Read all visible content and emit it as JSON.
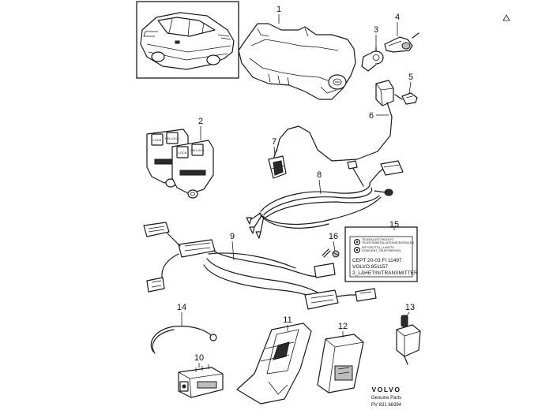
{
  "callouts": {
    "c1": "1",
    "c2": "2",
    "c3": "3",
    "c4": "4",
    "c5": "5",
    "c6": "6",
    "c7": "7",
    "c8": "8",
    "c9": "9",
    "c10": "10",
    "c11": "11",
    "c12": "12",
    "c13": "13",
    "c14": "14",
    "c15": "15",
    "c16": "16"
  },
  "remote": {
    "lock": "LOCK",
    "unlock": "UN LOCK"
  },
  "label_15": {
    "small_lines": [
      "TELEKALUSTOHUOLTO",
      "TELEFONINSTALLATIONSCENTRALEN",
      "INTYGEOTTU_LUVATTU",
      "GODKJENT_TELEFONNYKEL"
    ],
    "cept": "CEPT 20-03 FI   11497",
    "volvo_no": "VOLVO 851157",
    "transmitter": "2_LÄHETIN/TRANSMITTER"
  },
  "brand": {
    "name": "VOLVO",
    "subline": "Genuine Parts",
    "reference": "PV 831 68394"
  },
  "colors": {
    "ink": "#1a1a1a",
    "background": "#ffffff"
  }
}
